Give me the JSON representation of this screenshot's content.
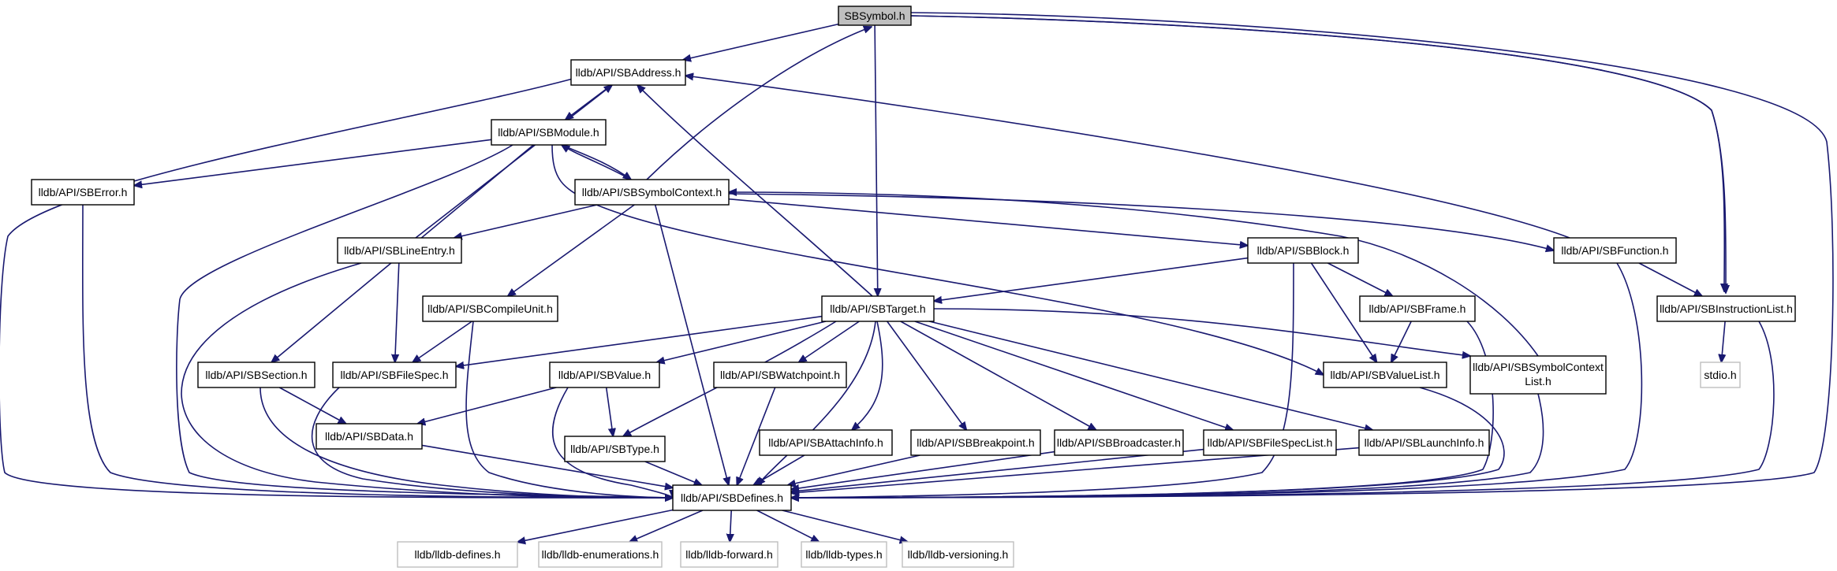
{
  "nodes": [
    {
      "id": "n0",
      "label": "SBSymbol.h",
      "kind": "focus"
    },
    {
      "id": "n1",
      "label": "lldb/API/SBAddress.h"
    },
    {
      "id": "n2",
      "label": "lldb/API/SBModule.h"
    },
    {
      "id": "n3",
      "label": "lldb/API/SBError.h"
    },
    {
      "id": "n4",
      "label": "lldb/API/SBSymbolContext.h"
    },
    {
      "id": "n5",
      "label": "lldb/API/SBLineEntry.h"
    },
    {
      "id": "n6",
      "label": "lldb/API/SBBlock.h"
    },
    {
      "id": "n7",
      "label": "lldb/API/SBFunction.h"
    },
    {
      "id": "n8",
      "label": "lldb/API/SBCompileUnit.h"
    },
    {
      "id": "n9",
      "label": "lldb/API/SBTarget.h"
    },
    {
      "id": "n10",
      "label": "lldb/API/SBFrame.h"
    },
    {
      "id": "n11",
      "label": "lldb/API/SBInstructionList.h"
    },
    {
      "id": "n12",
      "label": "lldb/API/SBSection.h"
    },
    {
      "id": "n13",
      "label": "lldb/API/SBFileSpec.h"
    },
    {
      "id": "n14",
      "label": "lldb/API/SBValue.h"
    },
    {
      "id": "n15",
      "label": "lldb/API/SBWatchpoint.h"
    },
    {
      "id": "n16",
      "label": "lldb/API/SBValueList.h"
    },
    {
      "id": "n17",
      "label": "lldb/API/SBSymbolContext",
      "label2": "List.h"
    },
    {
      "id": "n18",
      "label": "stdio.h",
      "kind": "external"
    },
    {
      "id": "n19",
      "label": "lldb/API/SBData.h"
    },
    {
      "id": "n20",
      "label": "lldb/API/SBType.h"
    },
    {
      "id": "n21",
      "label": "lldb/API/SBAttachInfo.h"
    },
    {
      "id": "n22",
      "label": "lldb/API/SBBreakpoint.h"
    },
    {
      "id": "n23",
      "label": "lldb/API/SBBroadcaster.h"
    },
    {
      "id": "n24",
      "label": "lldb/API/SBFileSpecList.h"
    },
    {
      "id": "n25",
      "label": "lldb/API/SBLaunchInfo.h"
    },
    {
      "id": "n26",
      "label": "lldb/API/SBDefines.h"
    },
    {
      "id": "n27",
      "label": "lldb/lldb-defines.h",
      "kind": "external"
    },
    {
      "id": "n28",
      "label": "lldb/lldb-enumerations.h",
      "kind": "external"
    },
    {
      "id": "n29",
      "label": "lldb/lldb-forward.h",
      "kind": "external"
    },
    {
      "id": "n30",
      "label": "lldb/lldb-types.h",
      "kind": "external"
    },
    {
      "id": "n31",
      "label": "lldb/lldb-versioning.h",
      "kind": "external"
    }
  ],
  "edges": [
    [
      "n0",
      "n1"
    ],
    [
      "n0",
      "n9"
    ],
    [
      "n0",
      "n7"
    ],
    [
      "n0",
      "n11"
    ],
    [
      "n0",
      "n26"
    ],
    [
      "n1",
      "n2"
    ],
    [
      "n1",
      "n26"
    ],
    [
      "n2",
      "n3"
    ],
    [
      "n2",
      "n4"
    ],
    [
      "n2",
      "n12"
    ],
    [
      "n2",
      "n16"
    ],
    [
      "n2",
      "n26"
    ],
    [
      "n3",
      "n26"
    ],
    [
      "n4",
      "n0"
    ],
    [
      "n4",
      "n2"
    ],
    [
      "n4",
      "n5"
    ],
    [
      "n4",
      "n8"
    ],
    [
      "n4",
      "n6"
    ],
    [
      "n4",
      "n7"
    ],
    [
      "n4",
      "n26"
    ],
    [
      "n5",
      "n1"
    ],
    [
      "n5",
      "n13"
    ],
    [
      "n5",
      "n26"
    ],
    [
      "n6",
      "n9"
    ],
    [
      "n6",
      "n10"
    ],
    [
      "n6",
      "n16"
    ],
    [
      "n6",
      "n26"
    ],
    [
      "n7",
      "n1"
    ],
    [
      "n7",
      "n11"
    ],
    [
      "n7",
      "n26"
    ],
    [
      "n8",
      "n13"
    ],
    [
      "n8",
      "n26"
    ],
    [
      "n9",
      "n1"
    ],
    [
      "n9",
      "n13"
    ],
    [
      "n9",
      "n14"
    ],
    [
      "n9",
      "n20"
    ],
    [
      "n9",
      "n15"
    ],
    [
      "n9",
      "n21"
    ],
    [
      "n9",
      "n22"
    ],
    [
      "n9",
      "n23"
    ],
    [
      "n9",
      "n24"
    ],
    [
      "n9",
      "n25"
    ],
    [
      "n9",
      "n17"
    ],
    [
      "n9",
      "n26"
    ],
    [
      "n10",
      "n16"
    ],
    [
      "n10",
      "n26"
    ],
    [
      "n11",
      "n18"
    ],
    [
      "n11",
      "n26"
    ],
    [
      "n12",
      "n19"
    ],
    [
      "n12",
      "n26"
    ],
    [
      "n13",
      "n26"
    ],
    [
      "n14",
      "n19"
    ],
    [
      "n14",
      "n20"
    ],
    [
      "n14",
      "n26"
    ],
    [
      "n15",
      "n26"
    ],
    [
      "n16",
      "n26"
    ],
    [
      "n17",
      "n4"
    ],
    [
      "n17",
      "n26"
    ],
    [
      "n19",
      "n26"
    ],
    [
      "n20",
      "n26"
    ],
    [
      "n21",
      "n26"
    ],
    [
      "n22",
      "n26"
    ],
    [
      "n23",
      "n26"
    ],
    [
      "n24",
      "n26"
    ],
    [
      "n25",
      "n26"
    ],
    [
      "n26",
      "n27"
    ],
    [
      "n26",
      "n28"
    ],
    [
      "n26",
      "n29"
    ],
    [
      "n26",
      "n30"
    ],
    [
      "n26",
      "n31"
    ]
  ]
}
